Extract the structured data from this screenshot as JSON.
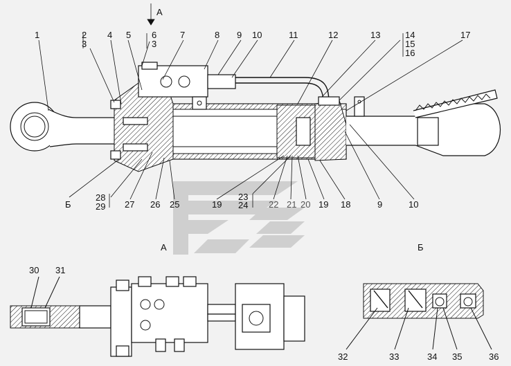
{
  "view_labels": {
    "arrow_a": "А",
    "view_a": "А",
    "view_b": "Б",
    "callout_b": "Б"
  },
  "callouts_top": [
    "1",
    "2",
    "3",
    "4",
    "5",
    "6",
    "3",
    "7",
    "8",
    "9",
    "10",
    "11",
    "12",
    "13",
    "14",
    "15",
    "16",
    "17"
  ],
  "callouts_bottom": [
    "28",
    "29",
    "27",
    "26",
    "25",
    "19",
    "23",
    "24",
    "22",
    "21",
    "20",
    "19",
    "18",
    "9",
    "10"
  ],
  "callouts_detail_a": [
    "30",
    "31"
  ],
  "callouts_detail_b": [
    "32",
    "33",
    "34",
    "35",
    "36"
  ],
  "colors": {
    "line": "#111111",
    "background": "#f2f2f2",
    "watermark": "#c8c8c8"
  },
  "watermark_icon": "logo-watermark-icon"
}
